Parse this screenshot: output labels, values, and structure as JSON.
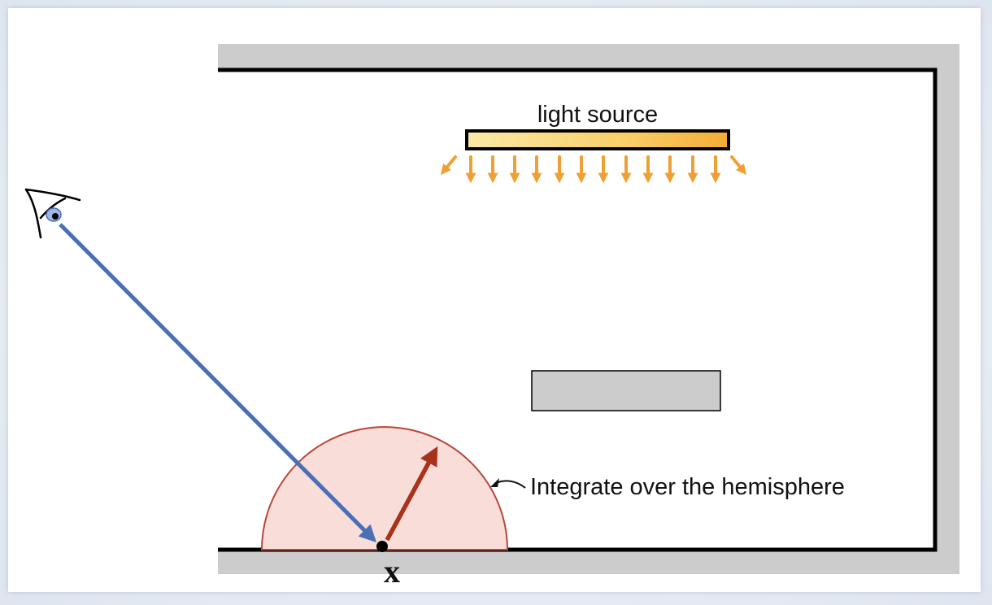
{
  "diagram": {
    "light_label": "light source",
    "hemisphere_label": "Integrate over the hemisphere",
    "point_label": "x"
  },
  "colors": {
    "wall": "#cccccc",
    "wall_line": "#000000",
    "view_ray": "#4a6fb5",
    "reflect_ray": "#a8321a",
    "hemisphere_fill": "#f9ddd8",
    "hemisphere_stroke": "#b8473a",
    "light_arrows": "#f0a033",
    "light_bar_start": "#fbe7a0",
    "light_bar_end": "#f4b23a",
    "occluder": "#cccccc"
  },
  "icons": {
    "eye": "eye-icon"
  }
}
